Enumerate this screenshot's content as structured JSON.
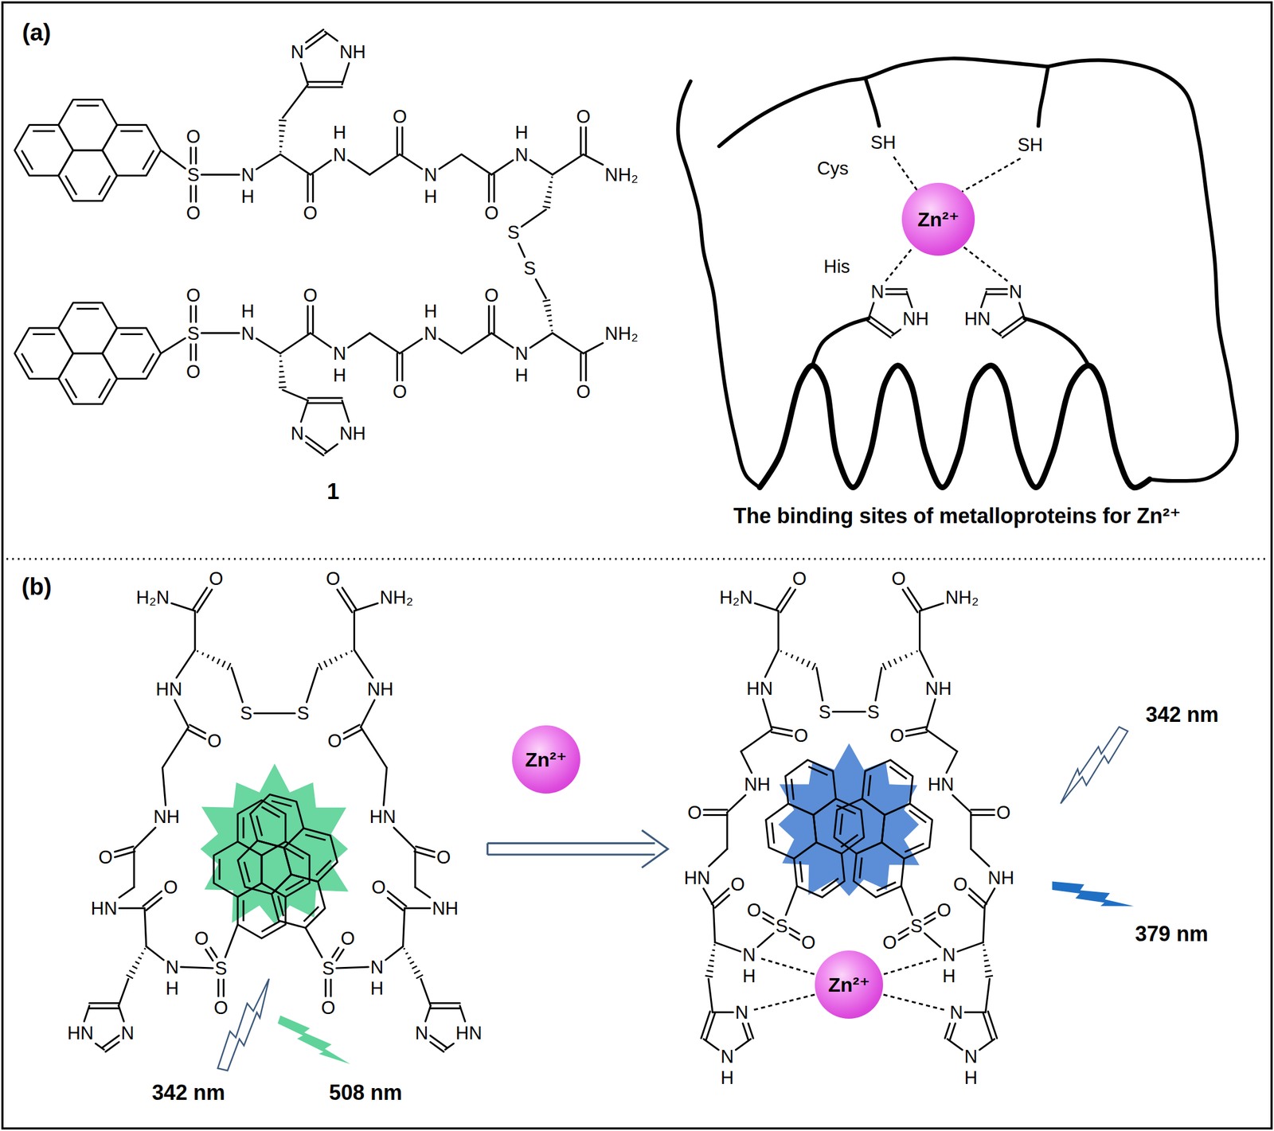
{
  "diagram": {
    "nodes": [
      {
        "text": [
          "Zn²⁺"
        ]
      },
      {
        "text": [
          "Zn²⁺"
        ]
      },
      {
        "text": [
          "Zn²⁺"
        ]
      }
    ],
    "labels": [
      "(a)",
      "S",
      "O",
      "O",
      "N",
      "H",
      "NH",
      "N",
      "O",
      "N",
      "H",
      "O",
      "N",
      "H",
      "O",
      "N",
      "H",
      "O",
      "NH₂",
      "S",
      "S",
      "O",
      "O",
      "N",
      "H",
      "NH",
      "N",
      "O",
      "N",
      "H",
      "O",
      "N",
      "H",
      "O",
      "N",
      "H",
      "O",
      "NH₂",
      "S",
      "1",
      "SH",
      "SH",
      "Cys",
      "His",
      "N",
      "NH",
      "N",
      "HN",
      "The binding sites of metalloproteins for Zn²⁺",
      "(b)",
      "H₂N",
      "O",
      "HN",
      "S",
      "O",
      "NH",
      "O",
      "HN",
      "O",
      "N",
      "H",
      "S",
      "O",
      "O",
      "N",
      "HN",
      "NH₂",
      "O",
      "NH",
      "S",
      "O",
      "HN",
      "O",
      "NH",
      "O",
      "N",
      "H",
      "S",
      "O",
      "O",
      "N",
      "HN",
      "342 nm",
      "508 nm",
      "H₂N",
      "O",
      "HN",
      "S",
      "O",
      "NH",
      "O",
      "HN",
      "O",
      "N",
      "H",
      "S",
      "O",
      "O",
      "N",
      "N",
      "H",
      "NH₂",
      "O",
      "NH",
      "S",
      "O",
      "HN",
      "O",
      "NH",
      "O",
      "N",
      "H",
      "S",
      "O",
      "O",
      "N",
      "N",
      "H",
      "342 nm",
      "379 nm"
    ]
  }
}
